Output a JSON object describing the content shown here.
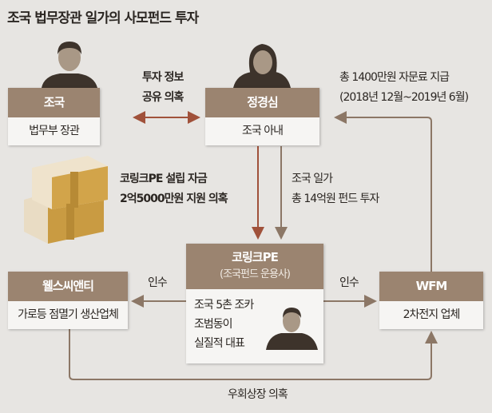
{
  "title": "조국 법무장관 일가의 사모펀드 투자",
  "cho": {
    "name": "조국",
    "role": "법무부 장관"
  },
  "jung": {
    "name": "정경심",
    "role": "조국 아내"
  },
  "info_share": [
    "투자 정보",
    "공유 의혹"
  ],
  "fee": [
    "총 1400만원 자문료 지급",
    "(2018년 12월~2019년 6월)"
  ],
  "fund_support": [
    "코링크PE 설립 자금",
    "2억5000만원 지원 의혹"
  ],
  "family_invest": [
    "조국 일가",
    "총 14억원 펀드 투자"
  ],
  "korink": {
    "name": "코링크PE",
    "sub": "(조국펀드 운용사)",
    "desc": [
      "조국 5촌 조카",
      "조범동이",
      "실질적 대표"
    ]
  },
  "wells": {
    "name": "웰스씨앤티",
    "role": "가로등 점멸기 생산업체"
  },
  "wfm": {
    "name": "WFM",
    "role": "2차전지 업체"
  },
  "acquire_left": "인수",
  "acquire_right": "인수",
  "backdoor": "우회상장 의혹",
  "colors": {
    "header": "#9b8470",
    "arrow": "#8c7766",
    "red_arrow": "#a0513a"
  }
}
